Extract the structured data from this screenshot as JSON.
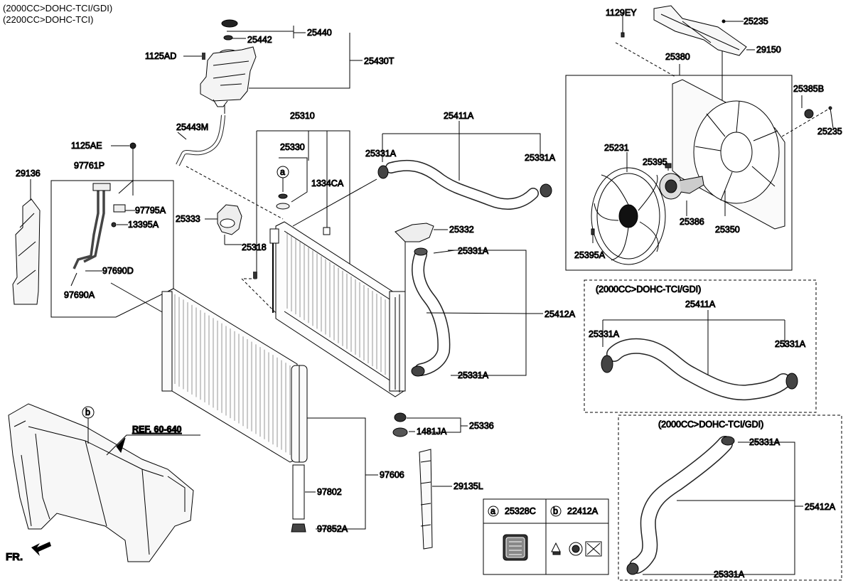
{
  "header": {
    "line1": "(2000CC>DOHC-TCI/GDI)",
    "line2": "(2200CC>DOHC-TCI)"
  },
  "variants": {
    "box1_title": "(2000CC>DOHC-TCI/GDI)",
    "box2_title": "(2000CC>DOHC-TCI/GDI)"
  },
  "parts": {
    "p25440": "25440",
    "p25442": "25442",
    "p25430T": "25430T",
    "p1125AD": "1125AD",
    "p25443M": "25443M",
    "p25310": "25310",
    "p25330": "25330",
    "p1334CA": "1334CA",
    "p25411A": "25411A",
    "p25331A_a": "25331A",
    "p25331A_b": "25331A",
    "p1125AE": "1125AE",
    "p97761P": "97761P",
    "p97795A": "97795A",
    "p13395A": "13395A",
    "p97690D": "97690D",
    "p97690A": "97690A",
    "p29136": "29136",
    "p25333": "25333",
    "p25318": "25318",
    "p25332": "25332",
    "p25331A_c": "25331A",
    "p25412A": "25412A",
    "p25331A_d": "25331A",
    "p25336": "25336",
    "p1481JA": "1481JA",
    "p97606": "97606",
    "p97802": "97802",
    "p97852A": "97852A",
    "p29135L": "29135L",
    "pREF": "REF. 60-640",
    "pFR": "FR.",
    "p1129EY": "1129EY",
    "p25235_a": "25235",
    "p29150": "29150",
    "p25380": "25380",
    "p25385B": "25385B",
    "p25235_b": "25235",
    "p25231": "25231",
    "p25395": "25395",
    "p25386": "25386",
    "p25350": "25350",
    "p25395A": "25395A",
    "v1_25411A": "25411A",
    "v1_25331A_l": "25331A",
    "v1_25331A_r": "25331A",
    "v2_25331A_t": "25331A",
    "v2_25412A": "25412A",
    "v2_25331A_b": "25331A"
  },
  "legend": {
    "a_letter": "a",
    "a_part": "25328C",
    "b_letter": "b",
    "b_part": "22412A"
  },
  "callouts": {
    "a": "a",
    "b": "b"
  }
}
